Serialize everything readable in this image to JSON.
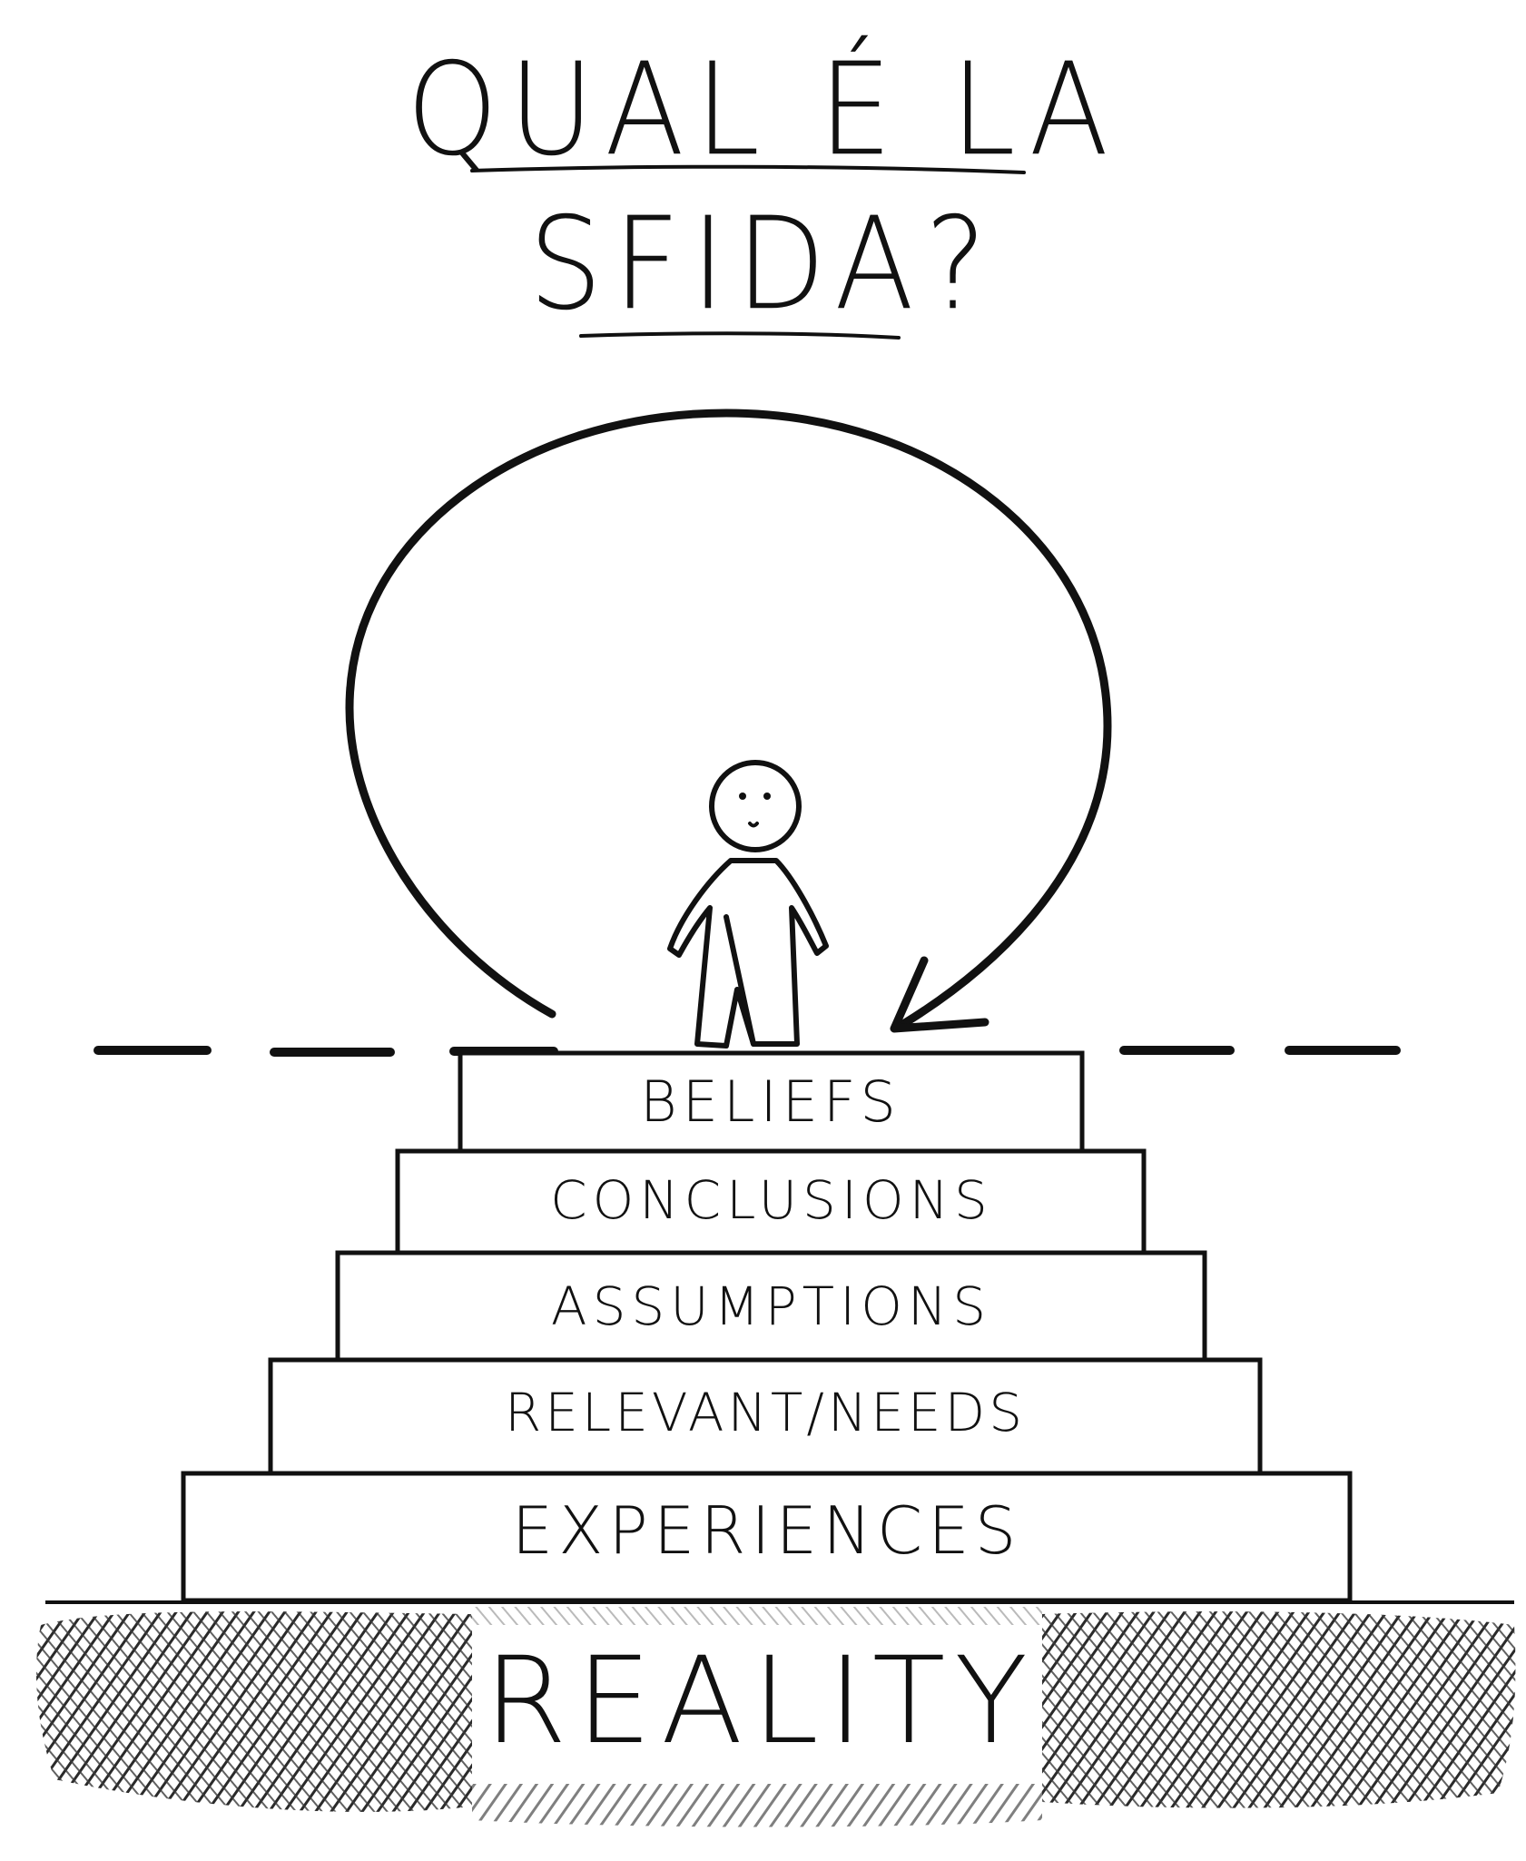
{
  "title": {
    "line1": "QUAL É LA",
    "line2": "SFIDA?"
  },
  "ladder": {
    "steps": [
      {
        "label": "BELIEFS"
      },
      {
        "label": "CONCLUSIONS"
      },
      {
        "label": "ASSUMPTIONS"
      },
      {
        "label": "RELEVANT/NEEDS"
      },
      {
        "label": "EXPERIENCES"
      }
    ]
  },
  "ground": {
    "label": "REALITY"
  },
  "colors": {
    "ink": "#111111",
    "background": "#ffffff",
    "ground_scribble": "#2a2a2a"
  },
  "icons": {
    "figure": "stick-figure-icon",
    "loop": "circular-arrow-icon"
  }
}
